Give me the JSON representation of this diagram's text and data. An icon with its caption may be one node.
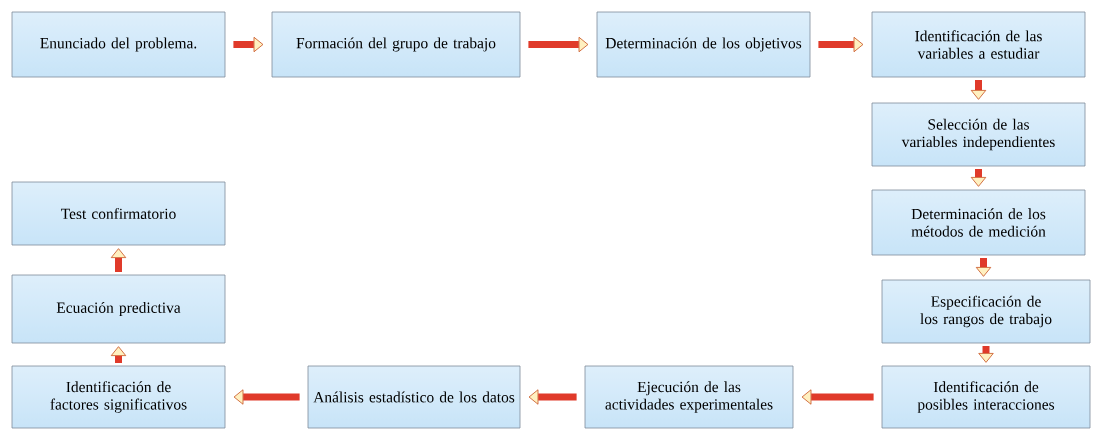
{
  "diagram": {
    "nodes": [
      {
        "text": [
          "Enunciado del problema."
        ]
      },
      {
        "text": [
          "Formación del grupo de trabajo"
        ]
      },
      {
        "text": [
          "Determinación de los objetivos"
        ]
      },
      {
        "text": [
          "Identificación de las variables a estudiar"
        ]
      },
      {
        "text": [
          "Selección de las variables independientes"
        ]
      },
      {
        "text": [
          "Determinación de los métodos de medición"
        ]
      },
      {
        "text": [
          "Especificación de los rangos de trabajo"
        ]
      },
      {
        "text": [
          "Identificación de posibles interacciones"
        ]
      },
      {
        "text": [
          "Ejecución de las actividades experimentales"
        ]
      },
      {
        "text": [
          "Análisis estadístico de los datos"
        ]
      },
      {
        "text": [
          "Identificación de factores significativos"
        ]
      },
      {
        "text": [
          "Ecuación predictiva"
        ]
      },
      {
        "text": [
          "Test confirmatorio"
        ]
      }
    ],
    "edges": [
      {
        "from": 0,
        "to": 1,
        "arrow": "to"
      },
      {
        "from": 1,
        "to": 2,
        "arrow": "to"
      },
      {
        "from": 2,
        "to": 3,
        "arrow": "to"
      },
      {
        "from": 3,
        "to": 4,
        "arrow": "to"
      },
      {
        "from": 4,
        "to": 5,
        "arrow": "to"
      },
      {
        "from": 5,
        "to": 6,
        "arrow": "to"
      },
      {
        "from": 6,
        "to": 7,
        "arrow": "to"
      },
      {
        "from": 7,
        "to": 8,
        "arrow": "to"
      },
      {
        "from": 8,
        "to": 9,
        "arrow": "to"
      },
      {
        "from": 9,
        "to": 10,
        "arrow": "to"
      },
      {
        "from": 10,
        "to": 11,
        "arrow": "to"
      },
      {
        "from": 11,
        "to": 12,
        "arrow": "to"
      }
    ]
  }
}
